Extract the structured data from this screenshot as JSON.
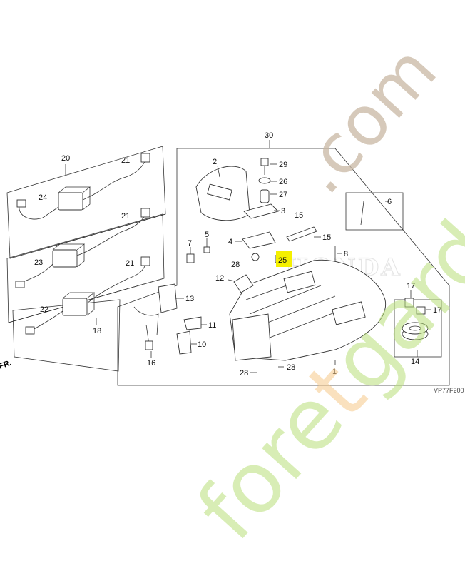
{
  "diagram": {
    "drawing_code": "VP77F200",
    "brand_ghost_text": "HONDA",
    "fr_label": "FR.",
    "watermark_text_gray": ".com",
    "watermark_text_color": "foretgarden",
    "colors": {
      "line": "#333333",
      "highlight": "#f5f000",
      "watermark_gray": "#c9b8a3",
      "watermark_green": "#b9e07a",
      "watermark_orange": "#f6c98a"
    },
    "part_numbers": [
      "1",
      "2",
      "3",
      "4",
      "5",
      "6",
      "7",
      "8",
      "10",
      "11",
      "12",
      "13",
      "14",
      "15",
      "15",
      "16",
      "17",
      "17",
      "18",
      "20",
      "21",
      "21",
      "21",
      "22",
      "23",
      "24",
      "25",
      "26",
      "27",
      "28",
      "28",
      "28",
      "29",
      "30"
    ],
    "highlighted_part": "25"
  }
}
